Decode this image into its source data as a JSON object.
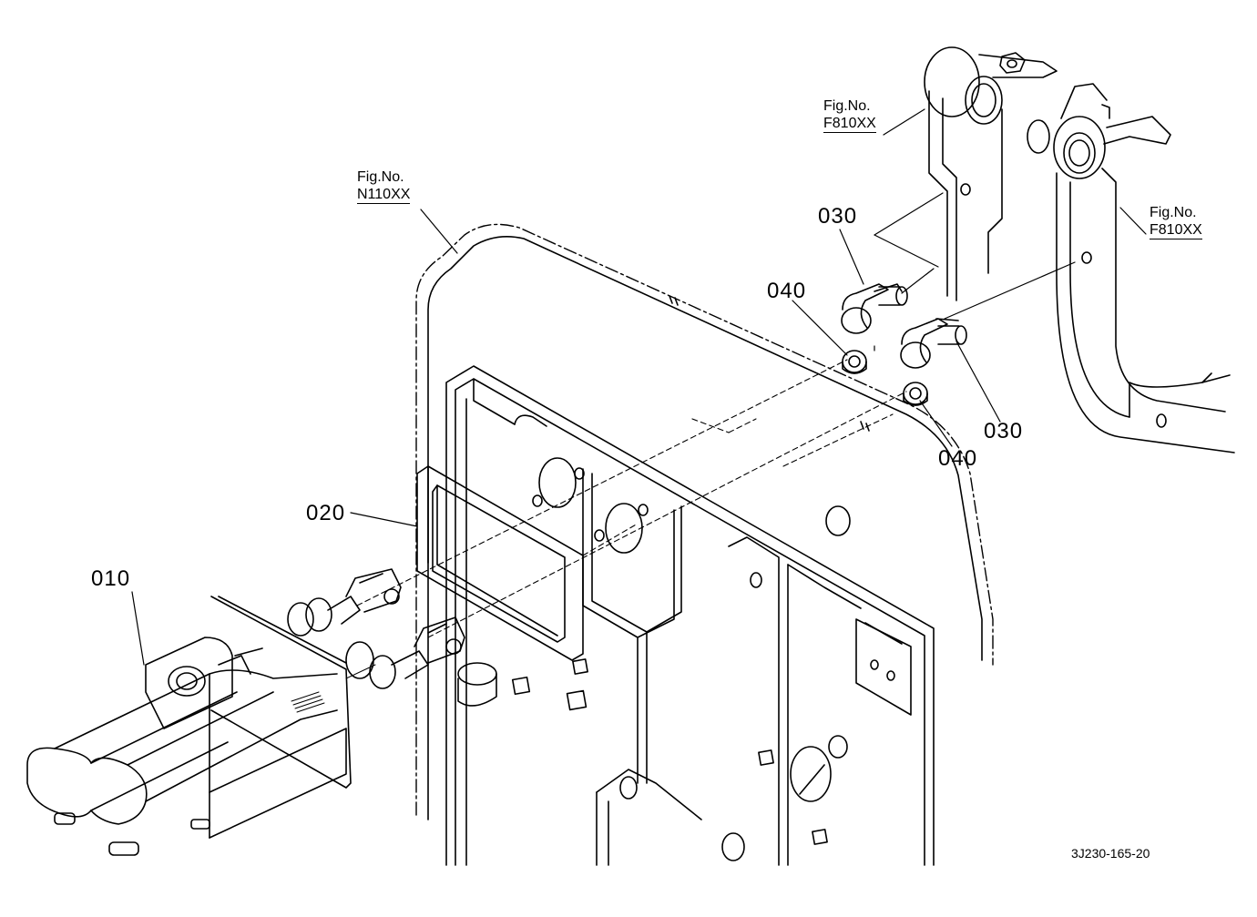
{
  "figure_refs": [
    {
      "id": "f810-upper",
      "line1": "Fig.No.",
      "line2": "F810XX"
    },
    {
      "id": "n110",
      "line1": "Fig.No.",
      "line2": "N110XX"
    },
    {
      "id": "f810-right",
      "line1": "Fig.No.",
      "line2": "F810XX"
    }
  ],
  "parts": {
    "p010": "010",
    "p020": "020",
    "p030a": "030",
    "p030b": "030",
    "p040a": "040",
    "p040b": "040"
  },
  "diagram_code": "3J230-165-20"
}
